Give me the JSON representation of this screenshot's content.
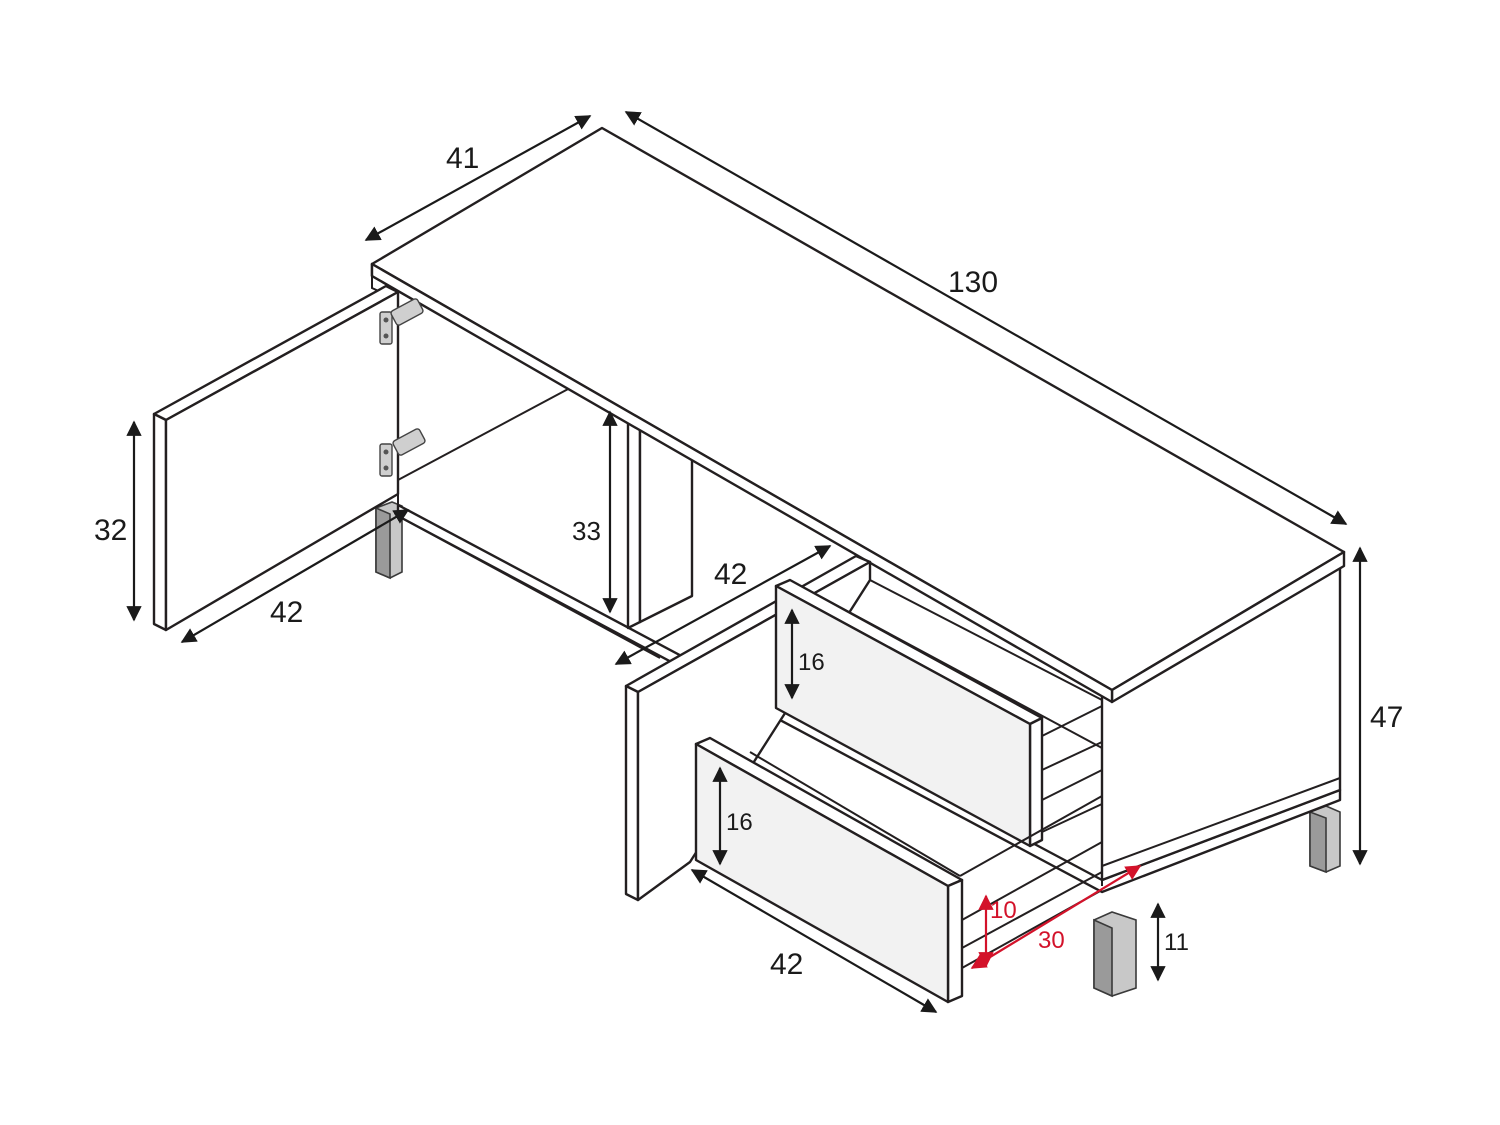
{
  "dimensions": {
    "depth": "41",
    "width": "130",
    "height_total": "47",
    "door_height": "32",
    "door_width": "42",
    "inner_height": "33",
    "inner_width": "42",
    "drawer_upper_height": "16",
    "drawer_lower_height": "16",
    "drawer_width": "42",
    "leg_height": "11",
    "drawer_inner_height": "10",
    "drawer_inner_depth": "30"
  },
  "colors": {
    "line": "#231f20",
    "dimension": "#1a1a1a",
    "inner_dimension": "#d3122a",
    "leg": "#9a9a9a"
  }
}
